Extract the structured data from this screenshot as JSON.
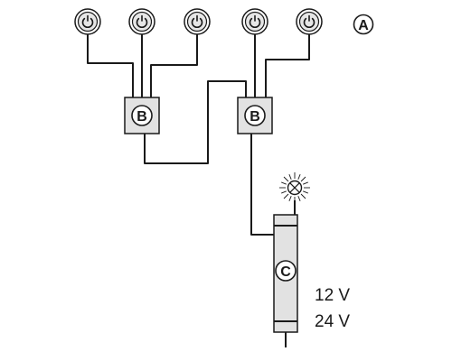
{
  "labels": {
    "switch_group": "A",
    "hub": "B",
    "driver": "C"
  },
  "voltages": [
    "12 V",
    "24 V"
  ],
  "colors": {
    "line": "#1a1a1a",
    "box_fill": "#e2e2e2",
    "switch_face": "#e6e6e6"
  },
  "icons": {
    "switch": "power-icon",
    "lamp": "lamp-icon"
  }
}
